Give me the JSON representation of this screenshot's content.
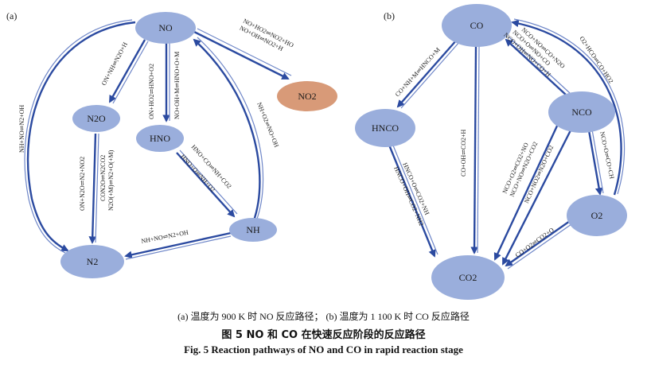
{
  "panels": {
    "a": {
      "tag": "(a)",
      "nodes": {
        "NO": "NO",
        "NO2": "NO2",
        "N2O": "N2O",
        "HNO": "HNO",
        "NH": "NH",
        "N2": "N2"
      },
      "reactions": {
        "no_to_no2": [
          "NO+HO2⇌NO2+HO",
          "NO+OH⇌NO2+H"
        ],
        "no_to_n2o": "ON+NH⇌N2O+H",
        "no_to_hno": [
          "ON+HO2⇌HNO+O2",
          "NO+OH+M⇌HNO+O+M"
        ],
        "nh_to_no": "NH+O2⇌NO+OH",
        "no_to_n2": "NH+NO⇌N2+OH",
        "n2o_to_n2": [
          "ON+N2O⇌N2+NO2",
          "CON2O⇌N2CO2",
          "N2O(+M)⇌N2+O(+M)"
        ],
        "hno_to_nh": [
          "HNO+CO⇌NH+CO2",
          "HNO+O⇌NH+O2"
        ],
        "nh_to_n2": "NH+NO⇌N2+OH"
      }
    },
    "b": {
      "tag": "(b)",
      "nodes": {
        "CO": "CO",
        "HNCO": "HNCO",
        "NCO": "NCO",
        "O2": "O2",
        "CO2": "CO2"
      },
      "reactions": {
        "co_to_hnco": "CO+NH+M⇌HNCO+M",
        "co_to_co2": "CO+OH⇌CO2+H",
        "nco_to_co": [
          "NCO+NO⇌CO+N2O",
          "NCO+O⇌NO+CO",
          "NCO+OH⇌NO+CO+H"
        ],
        "o2_to_co": "O2+HCO⇌CO+HO2",
        "nco_to_o2": "NCO+O⇌CO+CH",
        "hnco_to_co2": [
          "HNCO+O⇌CO2+NH",
          "HNCO+OH⇌CO2+NH2"
        ],
        "nco_to_co2": [
          "NCO+O2⇌CO2+NO",
          "NCO+NO⇌N2O+CO2",
          "NCO+NO2⇌N2O+CO2"
        ],
        "o2_to_co2": "CO+O2⇌CO2+O"
      }
    }
  },
  "captions": {
    "subtitle": "(a) 温度为 900 K 时 NO 反应路径；  (b) 温度为 1 100 K 时 CO 反应路径",
    "title_zh": "图 5    NO 和 CO 在快速反应阶段的反应路径",
    "title_en": "Fig. 5    Reaction pathways of NO and CO in rapid reaction stage"
  },
  "colors": {
    "node_fill": "#9aaedc",
    "no2_fill": "#d89a78",
    "arrow": "#2b4aa0",
    "arrow_light": "#6e86c8"
  }
}
